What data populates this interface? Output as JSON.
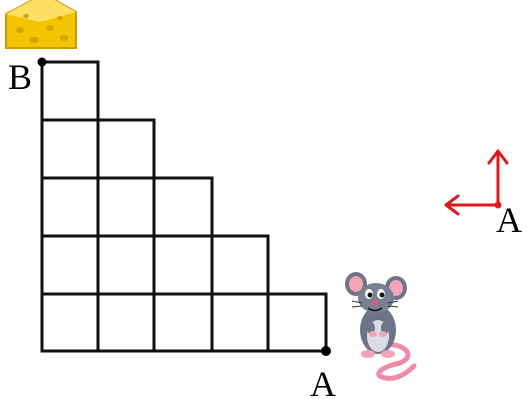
{
  "diagram": {
    "label_b": "B",
    "label_a_grid": "A",
    "label_a_legend": "A",
    "grid": {
      "rows": [
        1,
        2,
        3,
        4,
        5
      ]
    },
    "colors": {
      "grid_line": "#111111",
      "arrow": "#e0191f",
      "cheese": "#f5c400",
      "mouse_body": "#6e7487"
    },
    "icons": {
      "cheese": "cheese-icon",
      "mouse": "mouse-icon",
      "direction_arrows": "up-left-arrows-icon"
    }
  }
}
